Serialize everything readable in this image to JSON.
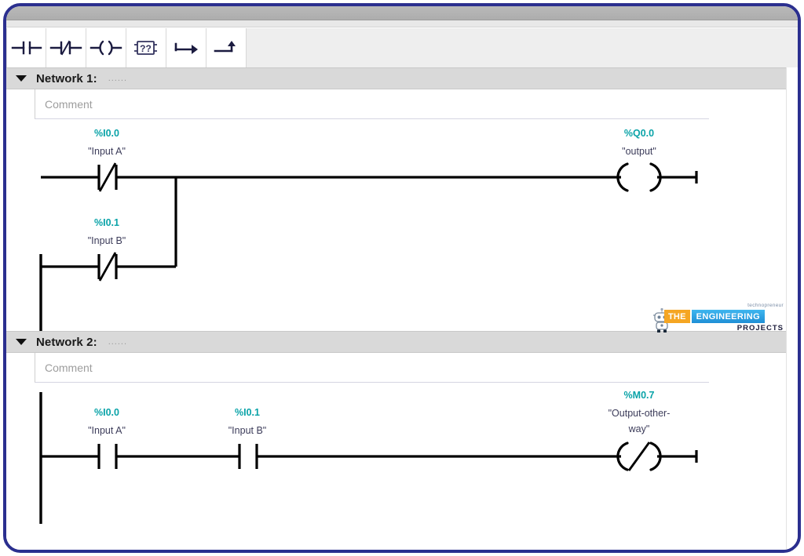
{
  "window": {
    "frame_color": "#2b2f8f",
    "titlebar_color": "#b3b3b3"
  },
  "toolbar": {
    "buttons": [
      {
        "name": "normally-open-contact",
        "label": "-| |-",
        "tooltip": "Normally open contact"
      },
      {
        "name": "normally-closed-contact",
        "label": "-|/|-",
        "tooltip": "Normally closed contact"
      },
      {
        "name": "output-coil",
        "label": "-( )-",
        "tooltip": "Output coil"
      },
      {
        "name": "empty-box",
        "label": "??",
        "tooltip": "Empty box"
      },
      {
        "name": "open-branch",
        "label": "open-branch",
        "tooltip": "Open branch"
      },
      {
        "name": "close-branch",
        "label": "close-branch",
        "tooltip": "Close branch"
      }
    ]
  },
  "accent": {
    "address_color": "#0aa3a8",
    "symbol_color": "#3c3c5a",
    "wire_color": "#000000",
    "header_bg": "#d9d9d9"
  },
  "networks": [
    {
      "id": "network-1",
      "title": "Network 1:",
      "dots": "......",
      "comment_placeholder": "Comment",
      "collapsed": false,
      "rungs": [
        {
          "branches": [
            {
              "contacts": [
                {
                  "type": "nc",
                  "address": "%I0.0",
                  "symbol": "\"Input A\""
                }
              ]
            },
            {
              "contacts": [
                {
                  "type": "nc",
                  "address": "%I0.1",
                  "symbol": "\"Input B\""
                }
              ]
            }
          ],
          "coil": {
            "type": "coil",
            "address": "%Q0.0",
            "symbol": "\"output\""
          }
        }
      ]
    },
    {
      "id": "network-2",
      "title": "Network 2:",
      "dots": "......",
      "comment_placeholder": "Comment",
      "collapsed": false,
      "rungs": [
        {
          "branches": [
            {
              "contacts": [
                {
                  "type": "no",
                  "address": "%I0.0",
                  "symbol": "\"Input A\""
                },
                {
                  "type": "no",
                  "address": "%I0.1",
                  "symbol": "\"Input B\""
                }
              ]
            }
          ],
          "coil": {
            "type": "negated-coil",
            "address": "%M0.7",
            "symbol_line1": "\"Output-other-",
            "symbol_line2": "way\""
          }
        }
      ]
    }
  ],
  "watermark": {
    "tagline": "technopreneur",
    "word1": "THE",
    "word2": "ENGINEERING",
    "word3": "PROJECTS"
  }
}
